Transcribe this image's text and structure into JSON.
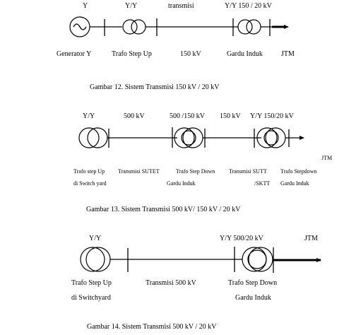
{
  "colors": {
    "line": "#000000",
    "background": "#ffffff"
  },
  "diagram1": {
    "top_labels": {
      "generator": "Y",
      "trafo": "Y/Y",
      "line": "transmisi",
      "gardu": "Y/Y 150 / 20 kV"
    },
    "bottom_labels": {
      "generator": "Generator  Y",
      "trafo": "Trafo Step Up",
      "line": "150  kV",
      "gardu": "Gardu Induk",
      "jtm": "JTM"
    },
    "caption": "Gambar 12. Sistem  Transmisi  150 kV /  20 kV"
  },
  "diagram2": {
    "top_labels": {
      "trafo1": "Y/Y",
      "line1": "500 kV",
      "trafo2": "500 /150 kV",
      "line2": "150 kV",
      "trafo3": "Y/Y 150/20 kV"
    },
    "jtm": "JTM",
    "bottom_row1": {
      "a": "Trafo step Up",
      "b": "Transmisi  SUTET",
      "c": "Trafo Step Down",
      "d": "Transmisi SUTT",
      "e": "Trafo Stepdown"
    },
    "bottom_row2": {
      "a": "di Switch yard",
      "c": "Gardu Induk",
      "d": "/SKTT",
      "e": "Gardu Induk"
    },
    "caption": "Gambar 13. Sistem Transmisi  500 kV/ 150 kV  / 20 kV"
  },
  "diagram3": {
    "top_labels": {
      "trafo1": "Y/Y",
      "trafo2": "Y/Y 500/20 kV",
      "jtm": "JTM"
    },
    "bottom_row1": {
      "a": "Trafo Step Up",
      "b": "Transmisi 500 kV",
      "c": "Trafo Step Down"
    },
    "bottom_row2": {
      "a": "di Switchyard",
      "c": "Gardu Induk"
    },
    "caption": "Gambar 14. Sistem  Transmisi  500 kV / 20 kV"
  }
}
